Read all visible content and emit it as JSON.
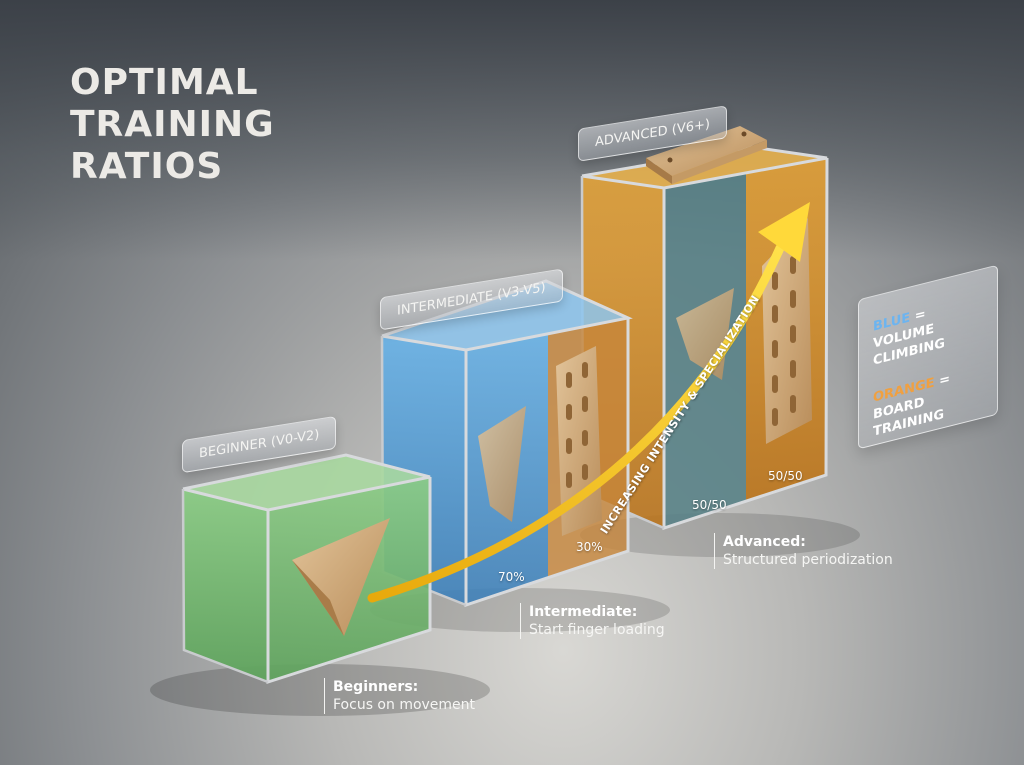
{
  "title": {
    "lines": [
      "OPTIMAL",
      "TRAINING",
      "RATIOS"
    ]
  },
  "tiers": {
    "beginner": {
      "tag": "BEGINNER (V0-V2)",
      "callout_head": "Beginners:",
      "callout_body": "Focus on movement",
      "volume_share": 100
    },
    "intermediate": {
      "tag": "INTERMEDIATE (V3-V5)",
      "callout_head": "Intermediate:",
      "callout_body": "Start finger loading",
      "volume_label": "70%",
      "board_label": "30%",
      "volume_share": 70
    },
    "advanced": {
      "tag": "ADVANCED (V6+)",
      "callout_head": "Advanced:",
      "callout_body": "Structured periodization",
      "volume_label": "50/50",
      "board_label": "50/50",
      "volume_share": 50
    }
  },
  "arrow": {
    "label": "INCREASING INTENSITY & SPECIALIZATION",
    "color": "#f2c21c"
  },
  "legend": {
    "blue_word": "BLUE",
    "blue_suffix": " =",
    "blue_text": "VOLUME CLIMBING",
    "orange_word": "ORANGE",
    "orange_suffix": " =",
    "orange_text": "BOARD TRAINING"
  },
  "colors": {
    "beginner": "#7fbf7a",
    "volume_blue": "#5aa6dc",
    "board_orange": "#d8962e",
    "legend_blue": "#6cb4f0",
    "legend_orange": "#f0a040"
  },
  "icons": [
    "wooden-volume-hold-icon",
    "hangboard-icon",
    "campus-rung-icon"
  ]
}
